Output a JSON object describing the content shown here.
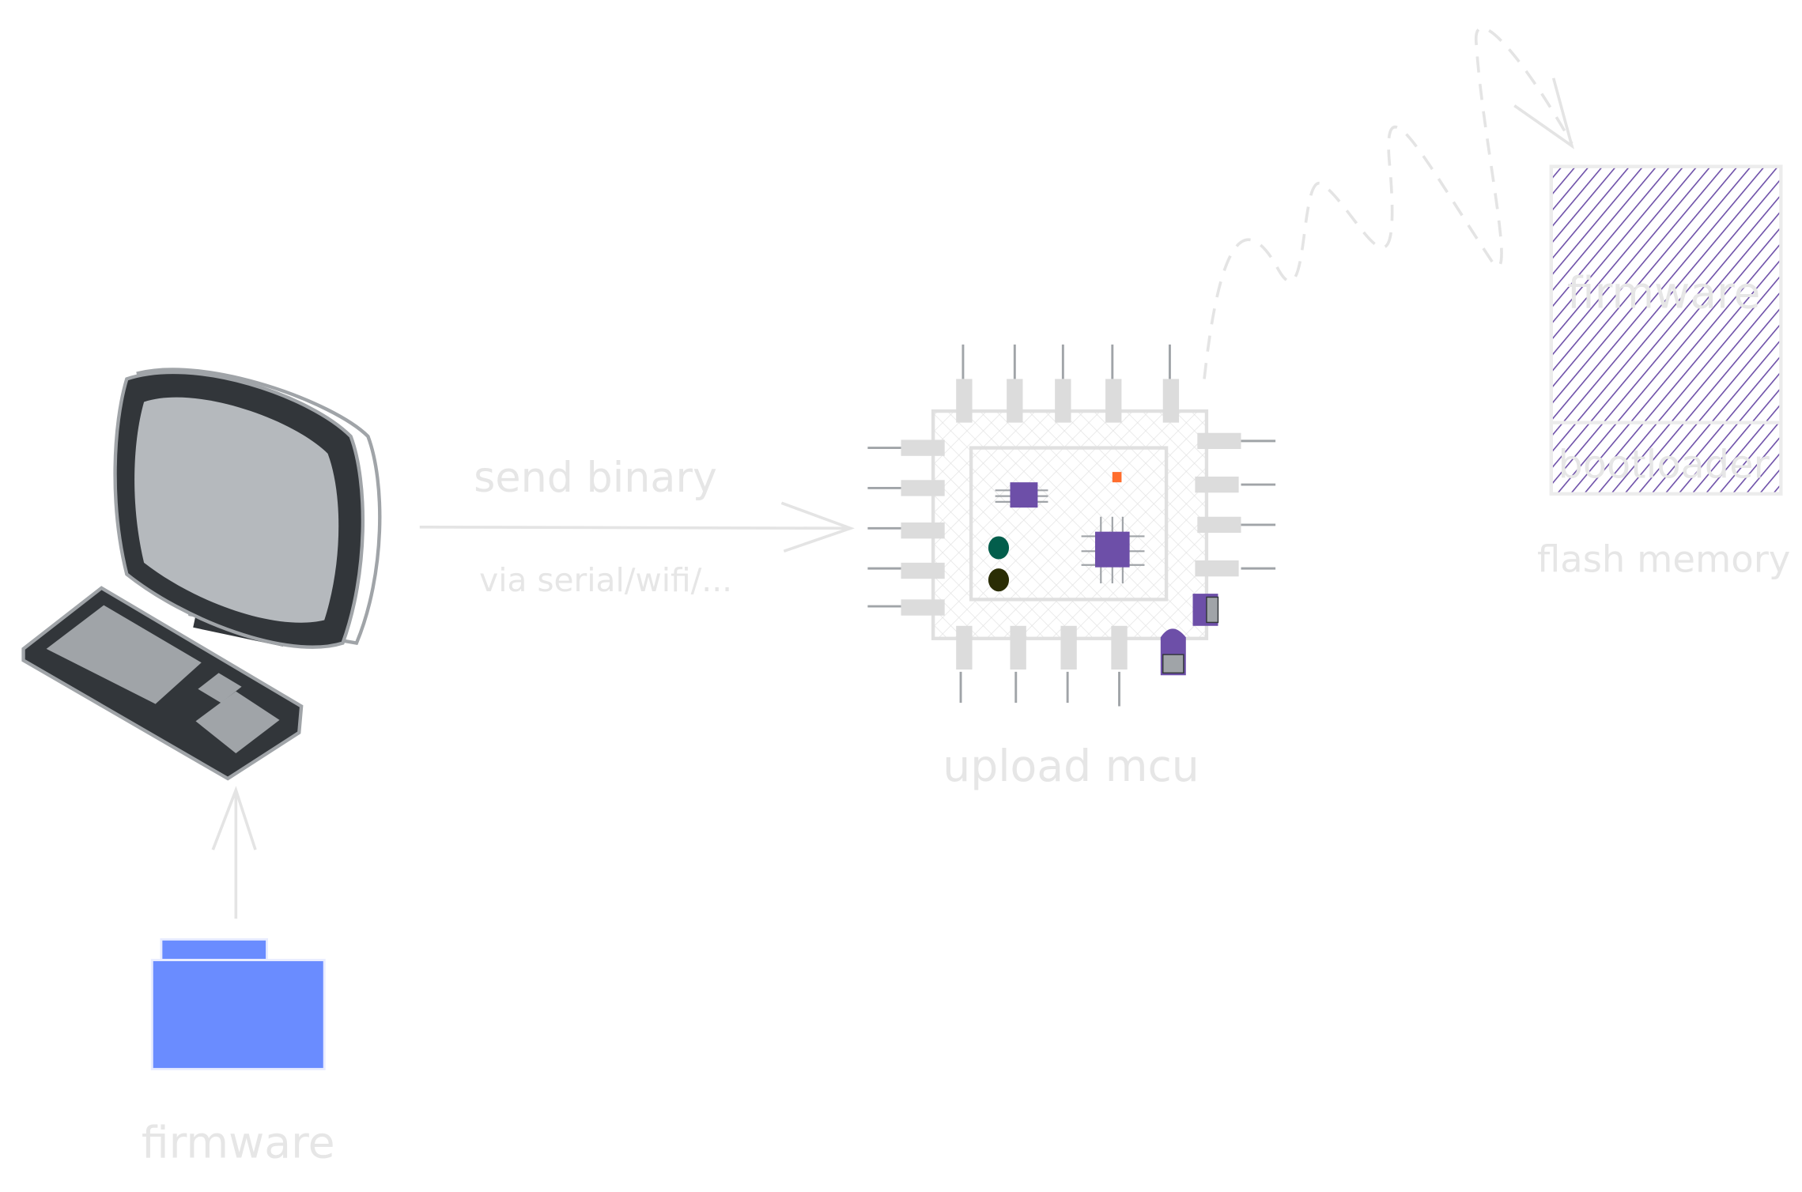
{
  "labels": {
    "send": "send binary",
    "via": "via serial/wifi/...",
    "mcu": "upload mcu",
    "firmware_file": "firmware",
    "flash_firmware": "firmware",
    "flash_bootloader": "bootloader",
    "flash_memory": "flash memory"
  },
  "colors": {
    "purple": "#6d4fa8",
    "folder_blue": "#6a8cff",
    "monitor_dark": "#32363a",
    "monitor_screen": "#b5b9bd",
    "label_grey": "#e6e6e6",
    "led_green": "#035e4c",
    "led_dark": "#2a2d05",
    "orange": "#ff6d2d"
  },
  "icons": [
    "computer-icon",
    "folder-icon",
    "mcu-chip-icon",
    "flash-memory-icon"
  ]
}
